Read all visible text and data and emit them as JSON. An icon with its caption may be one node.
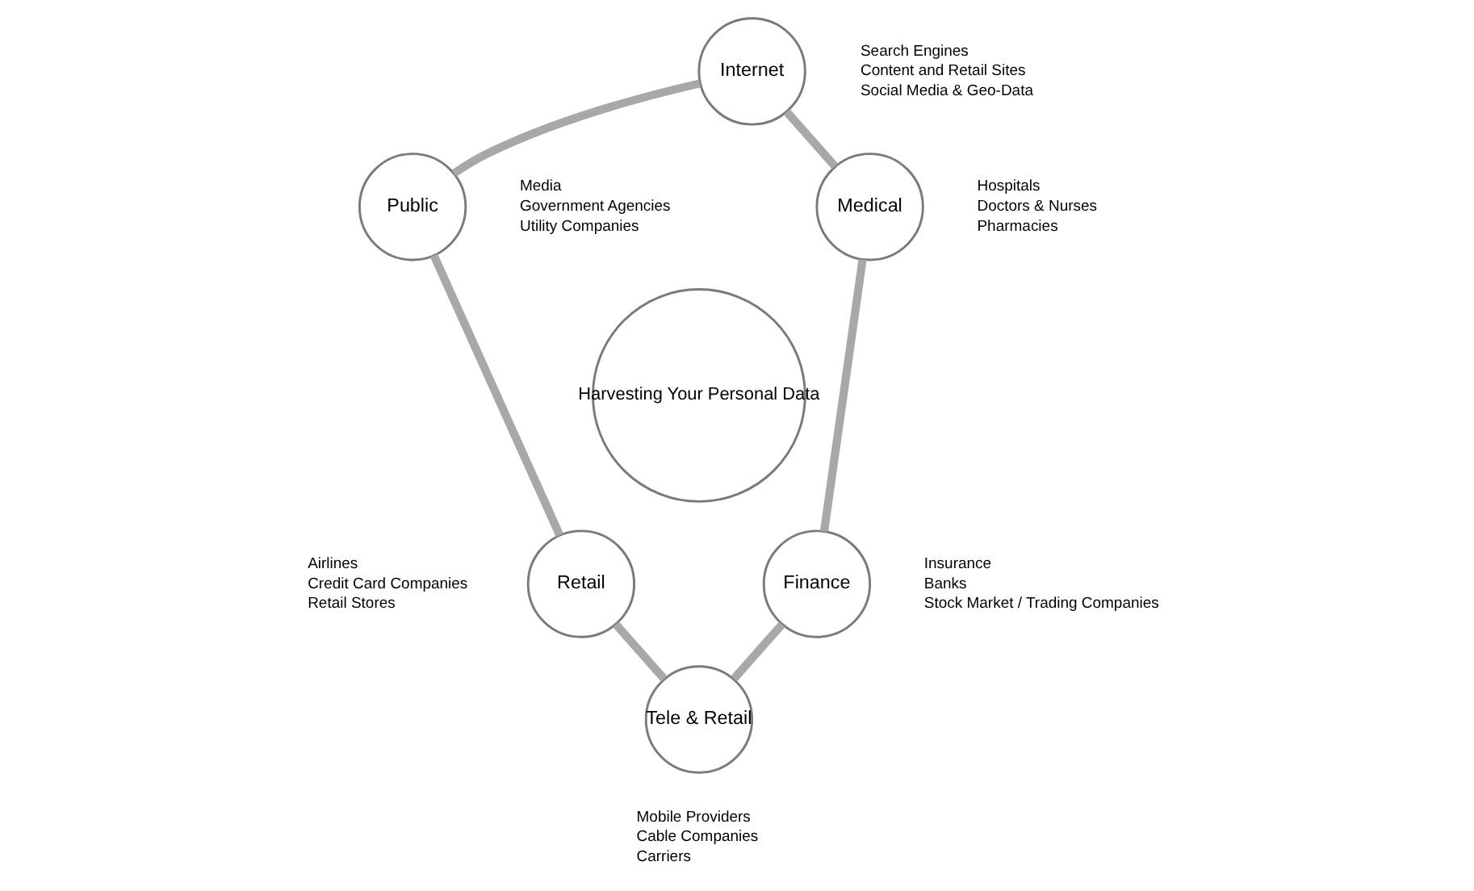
{
  "diagram": {
    "nodes": [
      {
        "text": [
          "Harvesting Your Personal Data"
        ]
      },
      {
        "text": [
          "Internet"
        ],
        "beside": [
          "Search Engines",
          "Content and Retail Sites",
          "Social Media & Geo-Data"
        ]
      },
      {
        "text": [
          "Medical"
        ],
        "beside": [
          "Hospitals",
          "Doctors & Nurses",
          "Pharmacies"
        ]
      },
      {
        "text": [
          "Finance"
        ],
        "beside": [
          "Insurance",
          "Banks",
          "Stock Market / Trading Companies"
        ]
      },
      {
        "text": [
          "Tele & Retail"
        ],
        "beside": [
          "Mobile Providers",
          "Cable Companies",
          "Carriers"
        ]
      },
      {
        "text": [
          "Retail"
        ],
        "beside": [
          "Airlines",
          "Credit Card Companies",
          "Retail Stores"
        ]
      },
      {
        "text": [
          "Public"
        ],
        "beside": [
          "Media",
          "Government Agencies",
          "Utility Companies"
        ]
      }
    ],
    "edges": [
      {
        "from": 1,
        "to": 2,
        "arrow": "none"
      },
      {
        "from": 2,
        "to": 3,
        "arrow": "none"
      },
      {
        "from": 3,
        "to": 4,
        "arrow": "none"
      },
      {
        "from": 4,
        "to": 5,
        "arrow": "none"
      },
      {
        "from": 5,
        "to": 6,
        "arrow": "none"
      },
      {
        "from": 6,
        "to": 1,
        "arrow": "none"
      }
    ]
  }
}
